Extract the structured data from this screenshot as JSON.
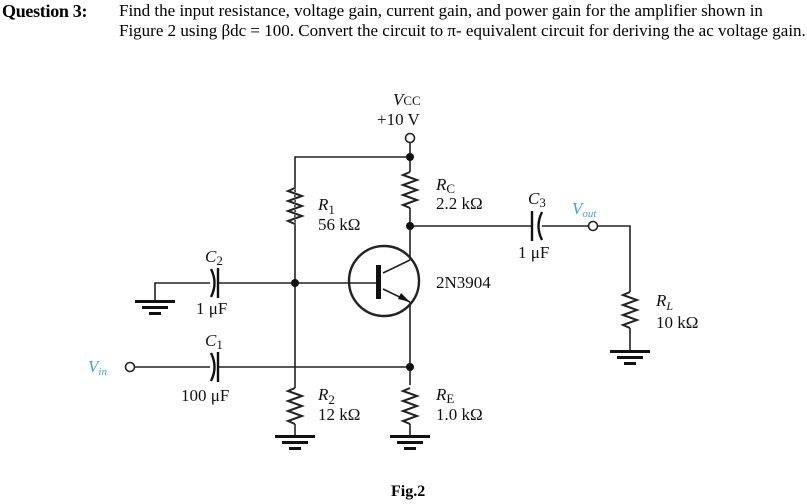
{
  "question": {
    "label": "Question 3:",
    "text": "Find the input resistance, voltage gain, current gain, and power gain for the amplifier shown in Figure 2 using βdc = 100. Convert the circuit to π- equivalent circuit for deriving the ac voltage gain."
  },
  "circuit": {
    "vcc": {
      "name": "V",
      "sub": "CC",
      "value": "+10 V"
    },
    "r1": {
      "name": "R",
      "sub": "1",
      "value": "56 kΩ"
    },
    "r2": {
      "name": "R",
      "sub": "2",
      "value": "12 kΩ"
    },
    "rc": {
      "name": "R",
      "sub": "C",
      "value": "2.2 kΩ"
    },
    "re": {
      "name": "R",
      "sub": "E",
      "value": "1.0 kΩ"
    },
    "rl": {
      "name": "R",
      "sub": "L",
      "value": "10 kΩ"
    },
    "c1": {
      "name": "C",
      "sub": "1",
      "value": "100 μF"
    },
    "c2": {
      "name": "C",
      "sub": "2",
      "value": "1 μF"
    },
    "c3": {
      "name": "C",
      "sub": "3",
      "value": "1 μF"
    },
    "transistor": {
      "part": "2N3904"
    },
    "vin": {
      "name": "V",
      "sub": "in"
    },
    "vout": {
      "name": "V",
      "sub": "out"
    }
  },
  "caption": "Fig.2",
  "colors": {
    "signal_label": "#3aa3e3",
    "wire": "#222222"
  }
}
